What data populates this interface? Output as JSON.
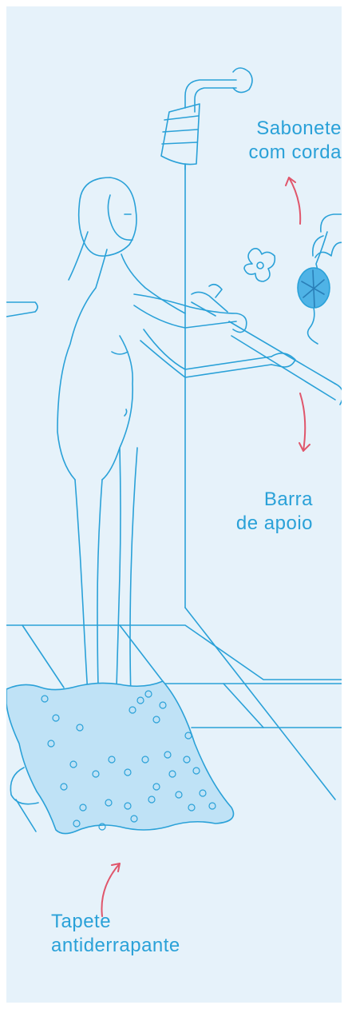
{
  "labels": {
    "soap": {
      "line1": "Sabonete",
      "line2": "com corda"
    },
    "bar": {
      "line1": "Barra",
      "line2": "de apoio"
    },
    "mat": {
      "line1": "Tapete",
      "line2": "antiderrapante"
    }
  },
  "colors": {
    "background": "#e6f2fa",
    "line": "#2aa1d8",
    "arrow": "#e0566b",
    "mat_fill": "#bfe2f6",
    "soap_fill": "#4fb3e6"
  }
}
